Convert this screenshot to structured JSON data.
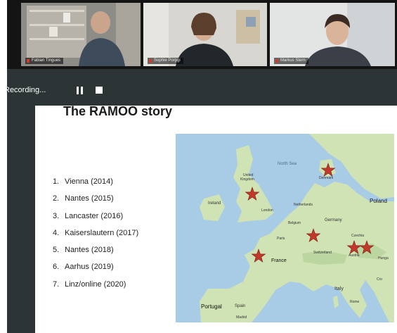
{
  "participants": [
    {
      "name": "Fabian Tingues"
    },
    {
      "name": "Sophie Porpgi"
    },
    {
      "name": "Markus Stern"
    }
  ],
  "recording": {
    "label": "Recording..."
  },
  "slide": {
    "title": "The RAMOO story",
    "items": [
      {
        "num": "1.",
        "text": "Vienna (2014)"
      },
      {
        "num": "2.",
        "text": "Nantes (2015)"
      },
      {
        "num": "3.",
        "text": "Lancaster (2016)"
      },
      {
        "num": "4.",
        "text": "Kaiserslautern (2017)"
      },
      {
        "num": "5.",
        "text": "Nantes (2018)"
      },
      {
        "num": "6.",
        "text": "Aarhus (2019)"
      },
      {
        "num": "7.",
        "text": "Linz/online (2020)"
      }
    ]
  },
  "map": {
    "labels": {
      "north_sea": "North Sea",
      "denmark": "Denmark",
      "united_kingdom": "United\nKingdom",
      "ireland": "Ireland",
      "london": "London",
      "netherlands": "Netherlands",
      "poland": "Poland",
      "germany": "Germany",
      "belgium": "Belgium",
      "czechia": "Czechia",
      "paris": "Paris",
      "france": "France",
      "switzerland": "Switzerland",
      "austria": "Austria",
      "hungary": "Hunga",
      "italy": "Italy",
      "portugal": "Portugal",
      "spain": "Spain",
      "madrid": "Madrid",
      "rome": "Rome",
      "croatia": "Cro"
    },
    "colors": {
      "sea": "#a8cbe6",
      "land": "#cfe3b4",
      "star": "#c0392b"
    }
  }
}
